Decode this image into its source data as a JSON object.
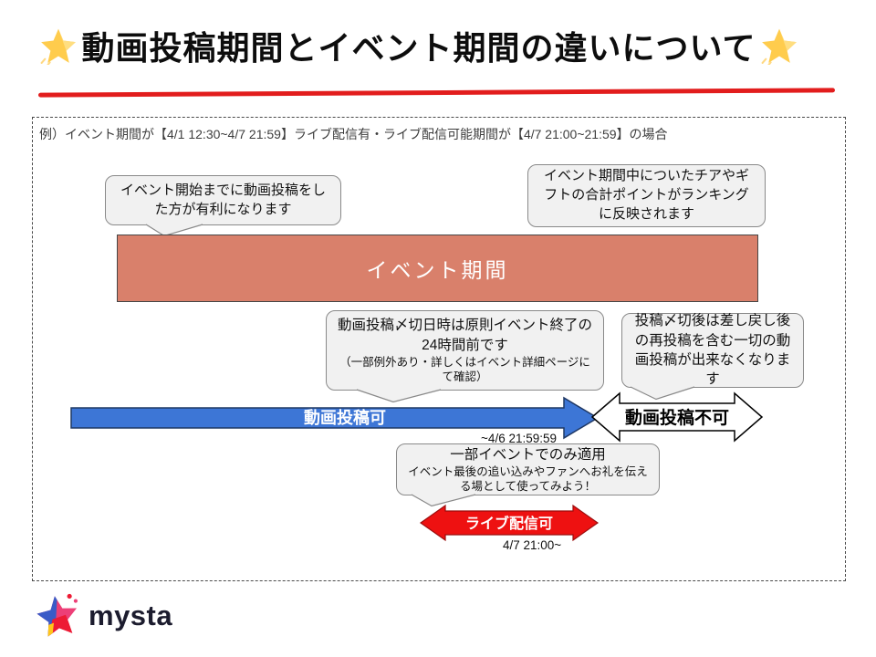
{
  "title": {
    "text": "動画投稿期間とイベント期間の違いについて"
  },
  "example_note": "例）イベント期間が【4/1 12:30~4/7 21:59】ライブ配信有・ライブ配信可能期間が【4/7 21:00~21:59】の場合",
  "callouts": {
    "pre_event": "イベント開始までに動画投稿をした方が有利になります",
    "ranking": "イベント期間中についたチアやギフトの合計ポイントがランキングに反映されます",
    "deadline_main": "動画投稿〆切日時は原則イベント終了の24時間前です",
    "deadline_sub": "（一部例外あり・詳しくはイベント詳細ページにて確認）",
    "after_deadline": "投稿〆切後は差し戻し後の再投稿を含む一切の動画投稿が出来なくなります",
    "live_main": "一部イベントでのみ適用",
    "live_sub": "イベント最後の追い込みやファンへお礼を伝える場として使ってみよう！"
  },
  "timeline": {
    "event_period_label": "イベント期間",
    "video_post_ok_label": "動画投稿可",
    "video_post_ng_label": "動画投稿不可",
    "video_deadline_label": "~4/6 21:59:59",
    "live_ok_label": "ライブ配信可",
    "live_start_label": "4/7 21:00~"
  },
  "icons": {
    "title_left": "glowing-star-icon",
    "title_right": "glowing-star-icon",
    "logo_mark": "mysta-star-icon"
  },
  "colors": {
    "event_bar_fill": "#D9806B",
    "video_ok_fill": "#3D76D6",
    "video_ok_border": "#1F3864",
    "video_ng_fill": "#FFFFFF",
    "live_fill": "#EE1111",
    "divider_red": "#E21D1D",
    "bubble_fill": "#F1F1F1",
    "logo_blue": "#3A5BC7",
    "logo_pink": "#ED3F77",
    "logo_red": "#ED1B34",
    "logo_yellow": "#FFC61A"
  },
  "logo": {
    "text": "mysta"
  }
}
